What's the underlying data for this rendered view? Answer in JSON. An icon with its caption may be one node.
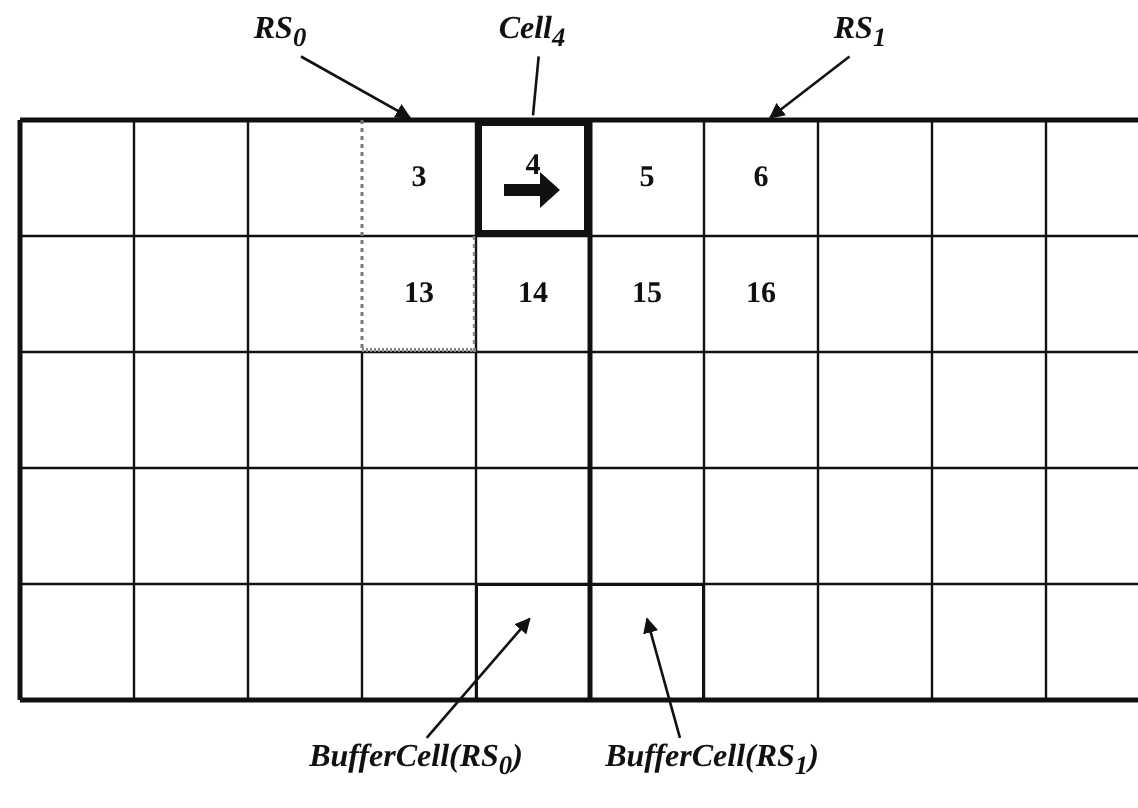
{
  "diagram": {
    "nodes": [
      {
        "text": [
          "RS$_{0}$"
        ]
      },
      {
        "text": [
          "Cell$_{4}$"
        ]
      },
      {
        "text": [
          "RS$_{1}$"
        ]
      },
      {
        "text": [
          "3"
        ]
      },
      {
        "text": [
          "4"
        ]
      },
      {
        "text": [
          "5"
        ]
      },
      {
        "text": [
          "6"
        ]
      },
      {
        "text": [
          "13"
        ]
      },
      {
        "text": [
          "14"
        ]
      },
      {
        "text": [
          "15"
        ]
      },
      {
        "text": [
          "16"
        ]
      },
      {
        "text": [],
        "shape": "box"
      },
      {
        "text": [],
        "shape": "box"
      },
      {
        "text": [
          "BufferCell(RS$_{0}$)"
        ]
      },
      {
        "text": [
          "BufferCell(RS$_{1}$)"
        ]
      }
    ],
    "edges": [
      {
        "from": 0,
        "to": 3,
        "arrow": "to"
      },
      {
        "from": 1,
        "to": 4,
        "arrow": "none"
      },
      {
        "from": 2,
        "to": 6,
        "arrow": "to"
      },
      {
        "from": 13,
        "to": 11,
        "arrow": "to"
      },
      {
        "from": 14,
        "to": 12,
        "arrow": "to"
      }
    ]
  }
}
